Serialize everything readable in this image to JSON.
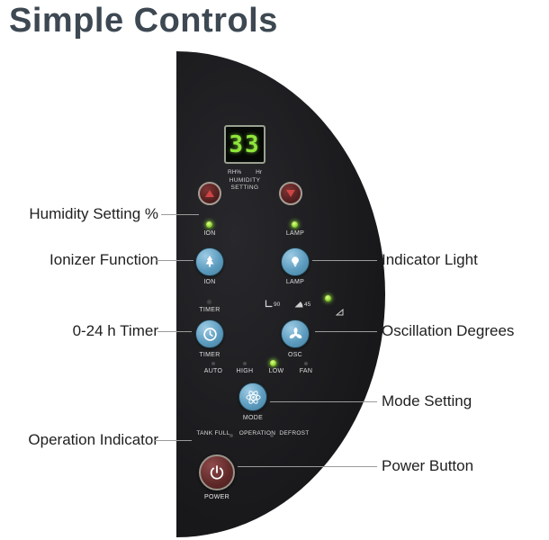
{
  "title": "Simple Controls",
  "panel": {
    "display": {
      "value": "33",
      "unit_left": "RH%",
      "unit_right": "Hr",
      "caption_line1": "HUMIDITY",
      "caption_line2": "SETTING"
    },
    "leds": {
      "ion": "ION",
      "lamp": "LAMP",
      "timer": "TIMER"
    },
    "buttons": {
      "ion": "ION",
      "lamp": "LAMP",
      "timer": "TIMER",
      "osc": "OSC",
      "mode": "MODE",
      "power": "POWER"
    },
    "osc_indicators": {
      "deg_90": "90",
      "deg_45": "45"
    },
    "fan_row": [
      "AUTO",
      "HIGH",
      "LOW",
      "FAN"
    ],
    "status_row": [
      "TANK FULL",
      "OPERATION",
      "DEFROST"
    ]
  },
  "callouts": {
    "left": [
      "Humidity Setting %",
      "Ionizer Function",
      "0-24 h Timer",
      "Operation Indicator"
    ],
    "right": [
      "Indicator Light",
      "Oscillation Degrees",
      "Mode Setting",
      "Power Button"
    ]
  },
  "colors": {
    "title": "#3d4852",
    "panel": "#1c1c1f",
    "button_blue": "#5d9cbf",
    "button_red": "#5e2525",
    "led_green": "#8ce43a",
    "display_digits": "#8fe53c",
    "callout_line": "#9b9b9b"
  }
}
